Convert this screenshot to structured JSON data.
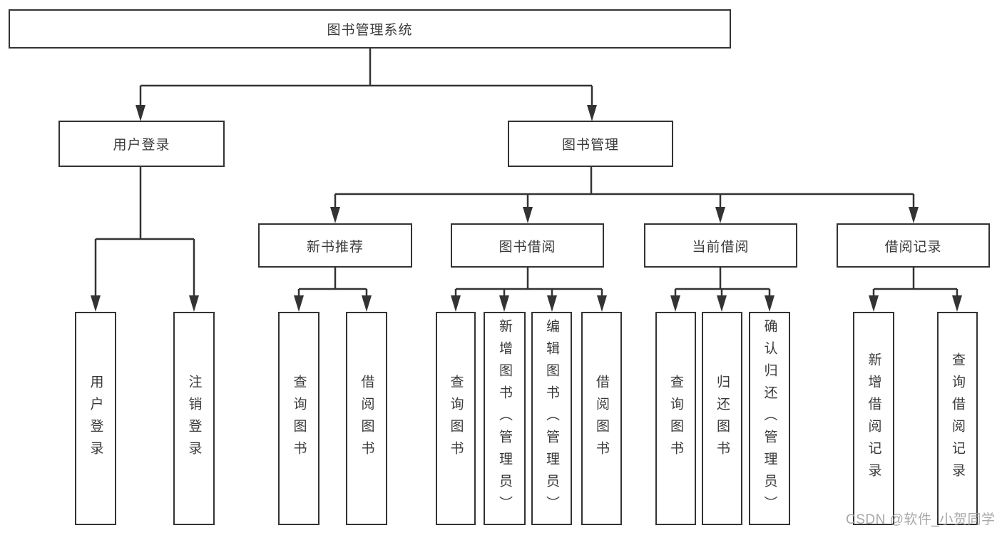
{
  "diagram": {
    "title_node": "图书管理系统",
    "level2": {
      "user_login": "用户登录",
      "book_management": "图书管理"
    },
    "level3": {
      "new_book_recommend": "新书推荐",
      "book_borrow": "图书借阅",
      "current_borrow": "当前借阅",
      "borrow_record": "借阅记录"
    },
    "leaves": {
      "user_login": [
        "用户登录",
        "注销登录"
      ],
      "new_book_recommend": [
        "查询图书",
        "借阅图书"
      ],
      "book_borrow": [
        "查询图书",
        "新增图书（管理员）",
        "编辑图书（管理员）",
        "借阅图书"
      ],
      "current_borrow": [
        "查询图书",
        "归还图书",
        "确认归还（管理员）"
      ],
      "borrow_record": [
        "新增借阅记录",
        "查询借阅记录"
      ]
    },
    "colors": {
      "line": "#333333",
      "box_border": "#333333",
      "text": "#3a3a3a",
      "watermark": "#9e9e9e"
    }
  },
  "watermark": "CSDN @软件_小贺同学"
}
